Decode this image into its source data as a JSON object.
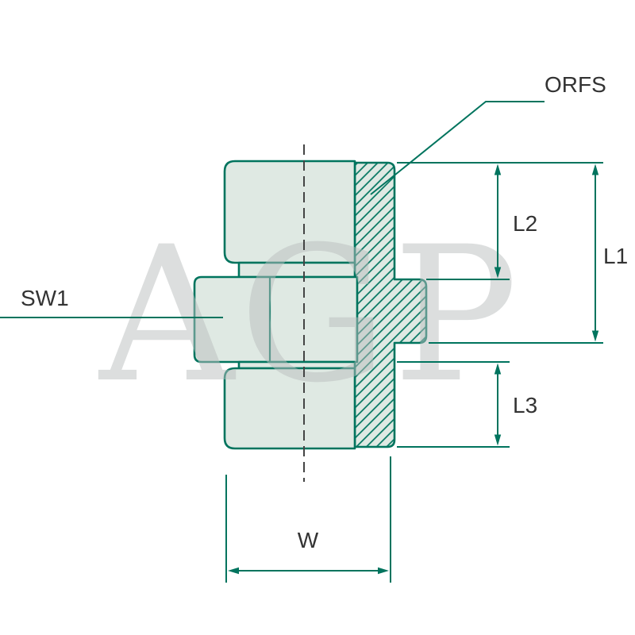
{
  "diagram": {
    "watermark": "AGP",
    "labels": {
      "orfs": "ORFS",
      "sw1": "SW1",
      "l1": "L1",
      "l2": "L2",
      "l3": "L3",
      "w": "W"
    },
    "colors": {
      "line": "#00745e",
      "fill": "#dfe9e3",
      "text": "#333333",
      "watermark": "#b9bdbd",
      "centerline": "#444444",
      "background": "#ffffff"
    }
  }
}
